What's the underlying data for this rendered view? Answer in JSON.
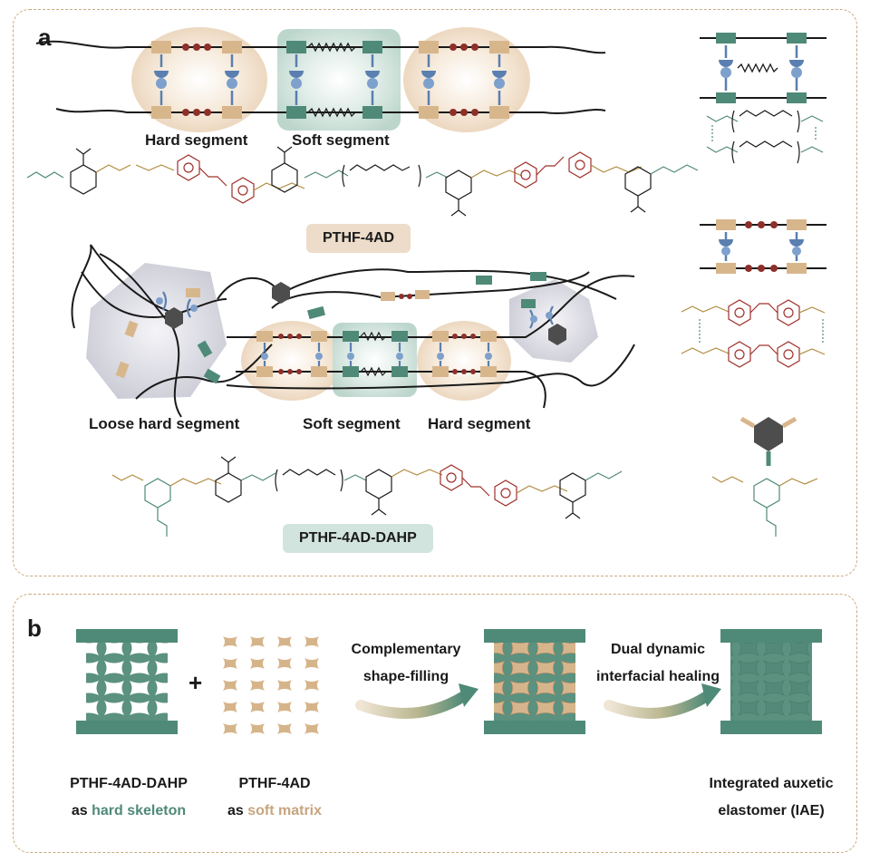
{
  "panel_a": {
    "letter": "a",
    "top_labels": {
      "hard_segment": "Hard segment",
      "soft_segment": "Soft segment"
    },
    "polymer_1": "PTHF-4AD",
    "mid_labels": {
      "loose_hard_segment": "Loose hard segment",
      "soft_segment": "Soft segment",
      "hard_segment": "Hard segment"
    },
    "polymer_2": "PTHF-4AD-DAHP"
  },
  "panel_b": {
    "letter": "b",
    "plus": "+",
    "step_1": {
      "line1": "Complementary",
      "line2": "shape-filling"
    },
    "step_2": {
      "line1": "Dual dynamic",
      "line2": "interfacial healing"
    },
    "hard": {
      "name": "PTHF-4AD-DAHP",
      "prefix": "as ",
      "role": "hard skeleton"
    },
    "soft": {
      "name": "PTHF-4AD",
      "prefix": "as ",
      "role": "soft matrix"
    },
    "result": {
      "line1": "Integrated auxetic",
      "line2": "elastomer  (IAE)"
    }
  },
  "colors": {
    "tan": "#c7a57e",
    "teal": "#4f8a78",
    "maroon": "#8e2f2a",
    "blue": "#5a7fb0",
    "hex_gray": "#4d4d4d"
  }
}
